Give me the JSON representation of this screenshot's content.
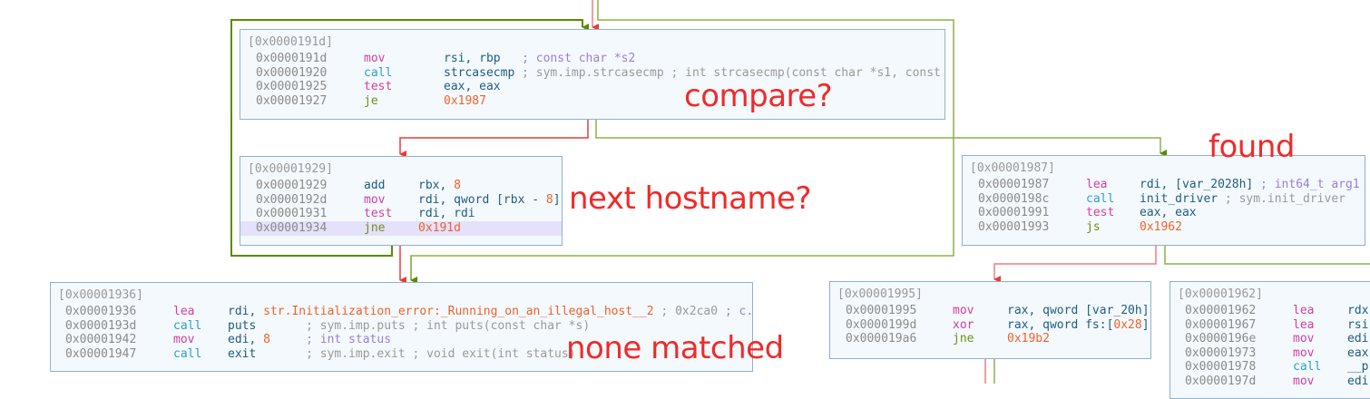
{
  "colors": {
    "true_edge": "#8db04a",
    "false_edge": "#f07c7c",
    "loop_edge": "#5a8a00",
    "annotation": "#f02a2a",
    "block_bg": "#f4f9fd"
  },
  "annotations": {
    "compare": "compare?",
    "found": "found",
    "next_hostname": "next hostname?",
    "none_matched": "none matched"
  },
  "blocks": [
    {
      "id": "b191d",
      "header": "[0x0000191d]",
      "rows": [
        {
          "addr": "0x0000191d",
          "mn": "mov",
          "mc": "pink",
          "ops": [
            {
              "t": "rsi, rbp",
              "c": "reg"
            },
            {
              "t": "   ; const char *s2",
              "c": "typ"
            }
          ]
        },
        {
          "addr": "0x00001920",
          "mn": "call",
          "mc": "cyan",
          "ops": [
            {
              "t": "strcasecmp",
              "c": "reg"
            },
            {
              "t": " ; sym.imp.strcasecmp ; int strcasecmp(const char *s1, const ch...",
              "c": "cmt"
            }
          ]
        },
        {
          "addr": "0x00001925",
          "mn": "test",
          "mc": "pink",
          "ops": [
            {
              "t": "eax, eax",
              "c": "reg"
            }
          ]
        },
        {
          "addr": "0x00001927",
          "mn": "je",
          "mc": "green",
          "ops": [
            {
              "t": "0x1987",
              "c": "num"
            }
          ]
        }
      ]
    },
    {
      "id": "b1929",
      "header": "[0x00001929]",
      "rows": [
        {
          "addr": "0x00001929",
          "mn": "add",
          "mc": "reg",
          "ops": [
            {
              "t": "rbx, ",
              "c": "reg"
            },
            {
              "t": "8",
              "c": "num"
            }
          ]
        },
        {
          "addr": "0x0000192d",
          "mn": "mov",
          "mc": "pink",
          "ops": [
            {
              "t": "rdi, qword [rbx - ",
              "c": "reg"
            },
            {
              "t": "8",
              "c": "num"
            },
            {
              "t": "]",
              "c": "reg"
            }
          ]
        },
        {
          "addr": "0x00001931",
          "mn": "test",
          "mc": "pink",
          "ops": [
            {
              "t": "rdi, rdi",
              "c": "reg"
            }
          ]
        },
        {
          "addr": "0x00001934",
          "mn": "jne",
          "mc": "green",
          "hl": true,
          "ops": [
            {
              "t": "0x191d",
              "c": "num"
            }
          ]
        }
      ]
    },
    {
      "id": "b1936",
      "header": "[0x00001936]",
      "rows": [
        {
          "addr": "0x00001936",
          "mn": "lea",
          "mc": "pink",
          "ops": [
            {
              "t": "rdi, ",
              "c": "reg"
            },
            {
              "t": "str.Initialization_error:_Running_on_an_illegal_host__2",
              "c": "num"
            },
            {
              "t": " ; 0x2ca0 ",
              "c": "cmt"
            },
            {
              "t": "; c...",
              "c": "typ"
            }
          ]
        },
        {
          "addr": "0x0000193d",
          "mn": "call",
          "mc": "cyan",
          "ops": [
            {
              "t": "puts",
              "c": "reg"
            },
            {
              "t": "       ; sym.imp.puts ; int puts(const char *s)",
              "c": "cmt"
            }
          ]
        },
        {
          "addr": "0x00001942",
          "mn": "mov",
          "mc": "pink",
          "ops": [
            {
              "t": "edi, ",
              "c": "reg"
            },
            {
              "t": "8",
              "c": "num"
            },
            {
              "t": "     ; int status",
              "c": "typ"
            }
          ]
        },
        {
          "addr": "0x00001947",
          "mn": "call",
          "mc": "cyan",
          "ops": [
            {
              "t": "exit",
              "c": "reg"
            },
            {
              "t": "       ; sym.imp.exit ; void exit(int status)",
              "c": "cmt"
            }
          ]
        }
      ]
    },
    {
      "id": "b1987",
      "header": "[0x00001987]",
      "rows": [
        {
          "addr": "0x00001987",
          "mn": "lea",
          "mc": "pink",
          "ops": [
            {
              "t": "rdi, [var_2028h]",
              "c": "reg"
            },
            {
              "t": " ; int64_t arg1",
              "c": "typ"
            }
          ]
        },
        {
          "addr": "0x0000198c",
          "mn": "call",
          "mc": "cyan",
          "ops": [
            {
              "t": "init_driver",
              "c": "reg"
            },
            {
              "t": " ; sym.init_driver",
              "c": "cmt"
            }
          ]
        },
        {
          "addr": "0x00001991",
          "mn": "test",
          "mc": "pink",
          "ops": [
            {
              "t": "eax, eax",
              "c": "reg"
            }
          ]
        },
        {
          "addr": "0x00001993",
          "mn": "js",
          "mc": "green",
          "ops": [
            {
              "t": "0x1962",
              "c": "num"
            }
          ]
        }
      ]
    },
    {
      "id": "b1995",
      "header": "[0x00001995]",
      "rows": [
        {
          "addr": "0x00001995",
          "mn": "mov",
          "mc": "pink",
          "ops": [
            {
              "t": "rax, qword [var_20h]",
              "c": "reg"
            }
          ]
        },
        {
          "addr": "0x0000199d",
          "mn": "xor",
          "mc": "pink",
          "ops": [
            {
              "t": "rax, qword fs:[",
              "c": "reg"
            },
            {
              "t": "0x28",
              "c": "num"
            },
            {
              "t": "]",
              "c": "reg"
            }
          ]
        },
        {
          "addr": "0x000019a6",
          "mn": "jne",
          "mc": "green",
          "ops": [
            {
              "t": "0x19b2",
              "c": "num"
            }
          ]
        }
      ]
    },
    {
      "id": "b1962",
      "header": "[0x00001962]",
      "rows": [
        {
          "addr": "0x00001962",
          "mn": "lea",
          "mc": "pink",
          "ops": [
            {
              "t": "rdx",
              "c": "reg"
            }
          ]
        },
        {
          "addr": "0x00001967",
          "mn": "lea",
          "mc": "pink",
          "ops": [
            {
              "t": "rsi",
              "c": "reg"
            }
          ]
        },
        {
          "addr": "0x0000196e",
          "mn": "mov",
          "mc": "pink",
          "ops": [
            {
              "t": "edi",
              "c": "reg"
            }
          ]
        },
        {
          "addr": "0x00001973",
          "mn": "mov",
          "mc": "pink",
          "ops": [
            {
              "t": "eax",
              "c": "reg"
            }
          ]
        },
        {
          "addr": "0x00001978",
          "mn": "call",
          "mc": "cyan",
          "ops": [
            {
              "t": "__p",
              "c": "reg"
            }
          ]
        },
        {
          "addr": "0x0000197d",
          "mn": "mov",
          "mc": "pink",
          "ops": [
            {
              "t": "edi",
              "c": "reg"
            }
          ]
        }
      ]
    }
  ]
}
